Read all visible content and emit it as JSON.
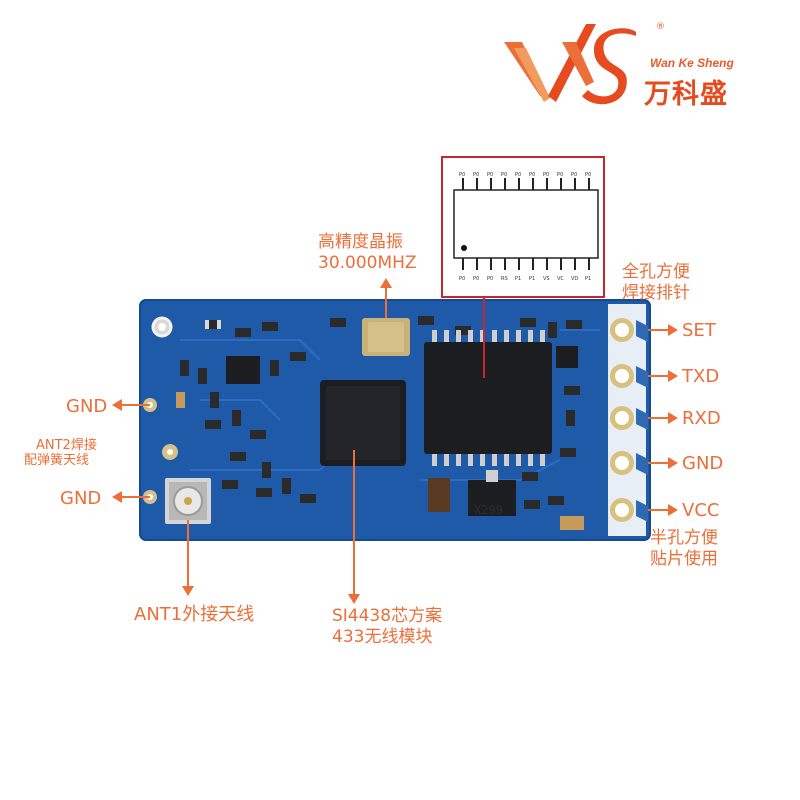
{
  "brand": {
    "name_en": "Wan Ke Sheng",
    "name_cn": "万科盛",
    "registered": "®",
    "colors": {
      "primary": "#ec6f3a",
      "logo": "#e64a1f",
      "pcb": "#1e5aa8",
      "chip": "#1b1d20"
    }
  },
  "labels": {
    "crystal": [
      "高精度晶振",
      "30.000MHZ"
    ],
    "full_hole": [
      "全孔方便",
      "焊接排针"
    ],
    "half_hole": [
      "半孔方便",
      "贴片使用"
    ],
    "ant2": [
      "ANT2焊接",
      "配弹簧天线"
    ],
    "ant1": "ANT1外接天线",
    "chip": [
      "SI4438芯方案",
      "433无线模块"
    ]
  },
  "left_pins": {
    "top": "GND",
    "bottom": "GND"
  },
  "right_pins": [
    "SET",
    "TXD",
    "RXD",
    "GND",
    "VCC"
  ],
  "board": {
    "regulator_marking": "X299"
  },
  "icons": [
    "arrow-icon",
    "ipex-connector-icon",
    "crystal-icon",
    "qfn-chip-icon",
    "tssop-chip-icon",
    "pin-pad-icon"
  ]
}
